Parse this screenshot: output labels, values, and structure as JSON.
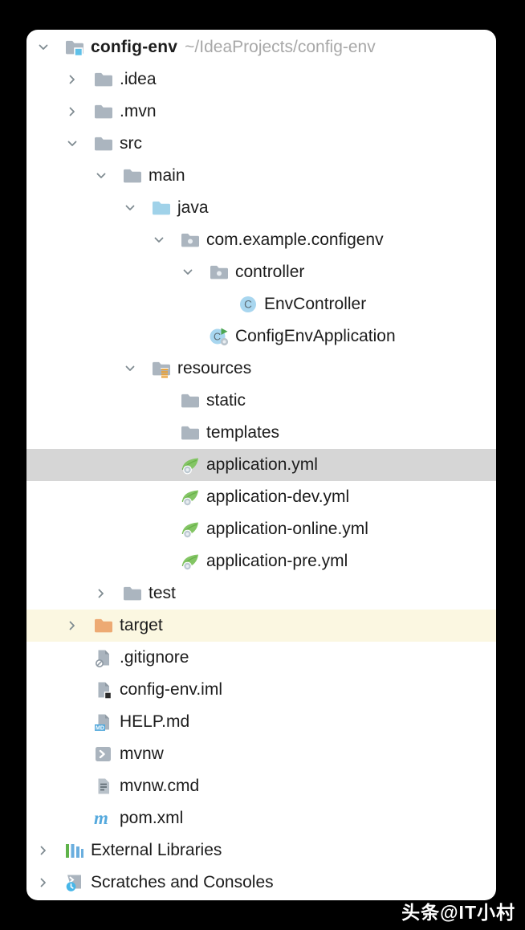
{
  "colors": {
    "page_bg": "#000000",
    "panel_bg": "#ffffff",
    "text": "#1c1c1c",
    "path_text": "#a8a8a8",
    "chevron": "#7f8b91",
    "folder": "#abb5bf",
    "source_folder": "#a0d2e9",
    "excluded_folder": "#edaa73",
    "selected_row_bg": "#d6d6d6",
    "excluded_row_bg": "#fbf7e1",
    "spring_green": "#83c564",
    "spring_green_dark": "#68b04a",
    "class_blue": "#a8d6ef",
    "class_letter": "#5c6b73",
    "run_green": "#4da652",
    "badge_gray": "#aab4be",
    "md_badge_blue": "#56aadc",
    "maven_blue": "#55a9dd",
    "lib_green": "#5fb34a",
    "lib_blue": "#6aaede",
    "clock_blue": "#47b6e8",
    "project_badge_blue": "#5fc0e8",
    "file_line": "#5f6a72"
  },
  "watermark": {
    "text": "头条@IT小村"
  },
  "project_tree": {
    "rows": [
      {
        "label": "config-env",
        "path": "~/IdeaProjects/config-env",
        "level": 0,
        "chevron": "down",
        "icon": "project-folder-icon",
        "bold": true,
        "highlight": "none"
      },
      {
        "label": ".idea",
        "level": 1,
        "chevron": "right",
        "icon": "folder-icon",
        "highlight": "none"
      },
      {
        "label": ".mvn",
        "level": 1,
        "chevron": "right",
        "icon": "folder-icon",
        "highlight": "none"
      },
      {
        "label": "src",
        "level": 1,
        "chevron": "down",
        "icon": "folder-icon",
        "highlight": "none"
      },
      {
        "label": "main",
        "level": 2,
        "chevron": "down",
        "icon": "folder-icon",
        "highlight": "none"
      },
      {
        "label": "java",
        "level": 3,
        "chevron": "down",
        "icon": "source-folder-icon",
        "highlight": "none"
      },
      {
        "label": "com.example.configenv",
        "level": 4,
        "chevron": "down",
        "icon": "package-icon",
        "highlight": "none"
      },
      {
        "label": "controller",
        "level": 5,
        "chevron": "down",
        "icon": "package-icon",
        "highlight": "none"
      },
      {
        "label": "EnvController",
        "level": 6,
        "chevron": "none",
        "icon": "class-icon",
        "highlight": "none"
      },
      {
        "label": "ConfigEnvApplication",
        "level": 5,
        "chevron": "none",
        "icon": "boot-class-icon",
        "highlight": "none"
      },
      {
        "label": "resources",
        "level": 3,
        "chevron": "down",
        "icon": "resources-folder-icon",
        "highlight": "none"
      },
      {
        "label": "static",
        "level": 4,
        "chevron": "none",
        "icon": "folder-icon",
        "highlight": "none"
      },
      {
        "label": "templates",
        "level": 4,
        "chevron": "none",
        "icon": "folder-icon",
        "highlight": "none"
      },
      {
        "label": "application.yml",
        "level": 4,
        "chevron": "none",
        "icon": "spring-config-icon",
        "highlight": "selected"
      },
      {
        "label": "application-dev.yml",
        "level": 4,
        "chevron": "none",
        "icon": "spring-config-icon",
        "highlight": "none"
      },
      {
        "label": "application-online.yml",
        "level": 4,
        "chevron": "none",
        "icon": "spring-config-icon",
        "highlight": "none"
      },
      {
        "label": "application-pre.yml",
        "level": 4,
        "chevron": "none",
        "icon": "spring-config-icon",
        "highlight": "none"
      },
      {
        "label": "test",
        "level": 2,
        "chevron": "right",
        "icon": "folder-icon",
        "highlight": "none"
      },
      {
        "label": "target",
        "level": 1,
        "chevron": "right",
        "icon": "excluded-folder-icon",
        "highlight": "excluded"
      },
      {
        "label": ".gitignore",
        "level": 1,
        "chevron": "none",
        "icon": "ignored-file-icon",
        "highlight": "none"
      },
      {
        "label": "config-env.iml",
        "level": 1,
        "chevron": "none",
        "icon": "module-file-icon",
        "highlight": "none"
      },
      {
        "label": "HELP.md",
        "level": 1,
        "chevron": "none",
        "icon": "markdown-file-icon",
        "highlight": "none"
      },
      {
        "label": "mvnw",
        "level": 1,
        "chevron": "none",
        "icon": "shell-script-icon",
        "highlight": "none"
      },
      {
        "label": "mvnw.cmd",
        "level": 1,
        "chevron": "none",
        "icon": "text-file-icon",
        "highlight": "none"
      },
      {
        "label": "pom.xml",
        "level": 1,
        "chevron": "none",
        "icon": "maven-icon",
        "highlight": "none"
      },
      {
        "label": "External Libraries",
        "level": 0,
        "chevron": "right",
        "icon": "libraries-icon",
        "highlight": "none"
      },
      {
        "label": "Scratches and Consoles",
        "level": 0,
        "chevron": "right",
        "icon": "scratches-icon",
        "highlight": "none"
      }
    ]
  }
}
